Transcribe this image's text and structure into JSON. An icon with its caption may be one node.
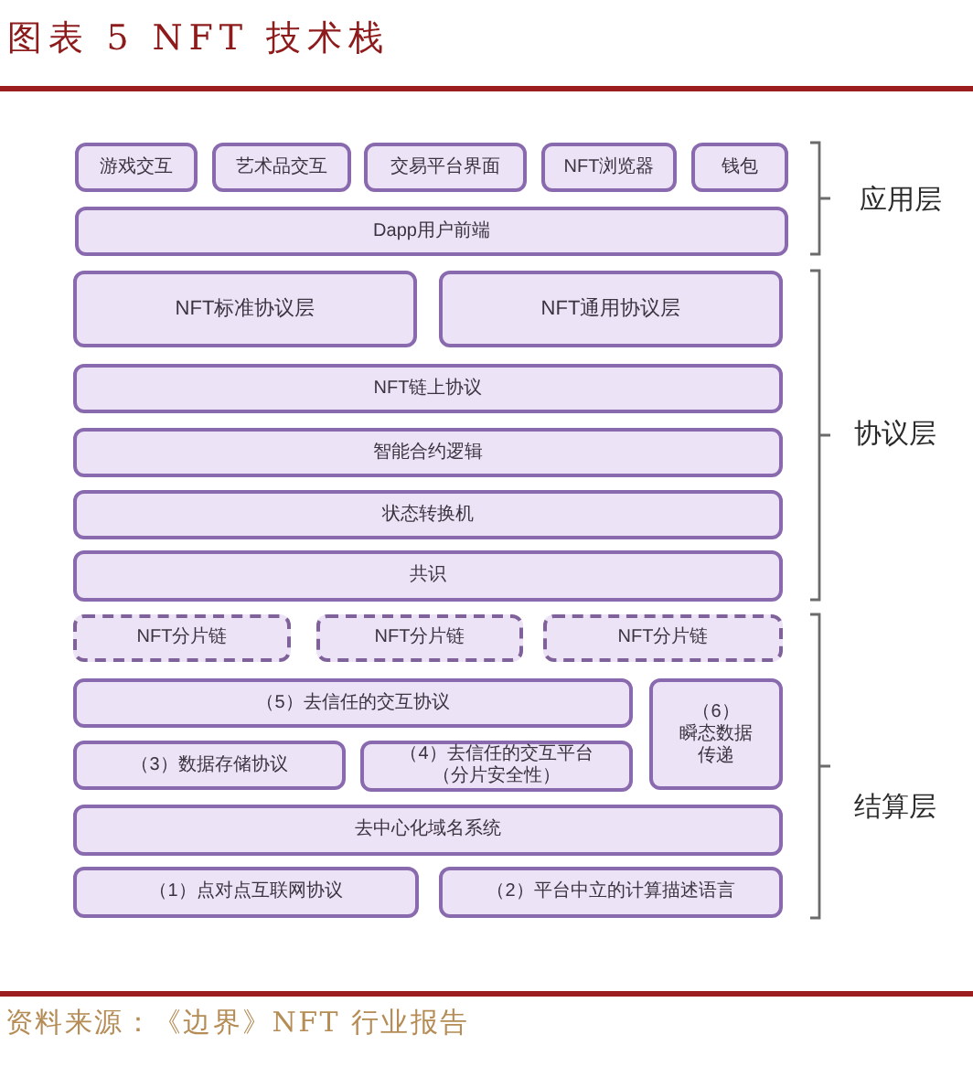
{
  "diagram": {
    "title": "图表 5 NFT 技术栈",
    "caption": "资料来源：《边界》NFT 行业报告",
    "nodes": [
      {
        "text": [
          "游戏交互"
        ]
      },
      {
        "text": [
          "艺术品交互"
        ]
      },
      {
        "text": [
          "交易平台界面"
        ]
      },
      {
        "text": [
          "NFT浏览器"
        ]
      },
      {
        "text": [
          "钱包"
        ]
      },
      {
        "text": [
          "Dapp用户前端"
        ]
      },
      {
        "text": [
          "NFT标准协议层"
        ]
      },
      {
        "text": [
          "NFT通用协议层"
        ]
      },
      {
        "text": [
          "NFT链上协议"
        ]
      },
      {
        "text": [
          "智能合约逻辑"
        ]
      },
      {
        "text": [
          "状态转换机"
        ]
      },
      {
        "text": [
          "共识"
        ]
      },
      {
        "text": [
          "NFT分片链"
        ]
      },
      {
        "text": [
          "NFT分片链"
        ]
      },
      {
        "text": [
          "NFT分片链"
        ]
      },
      {
        "text": [
          "（5）去信任的交互协议"
        ]
      },
      {
        "text": [
          "（6）",
          "瞬态数据传递"
        ]
      },
      {
        "text": [
          "（3）数据存储协议"
        ]
      },
      {
        "text": [
          "（4）去信任的交互平台",
          "（分片安全性）"
        ]
      },
      {
        "text": [
          "去中心化域名系统"
        ]
      },
      {
        "text": [
          "（1）点对点互联网协议"
        ]
      },
      {
        "text": [
          "（2）平台中立的计算描述语言"
        ]
      }
    ],
    "labels": [
      "应用层",
      "协议层",
      "结算层"
    ]
  }
}
